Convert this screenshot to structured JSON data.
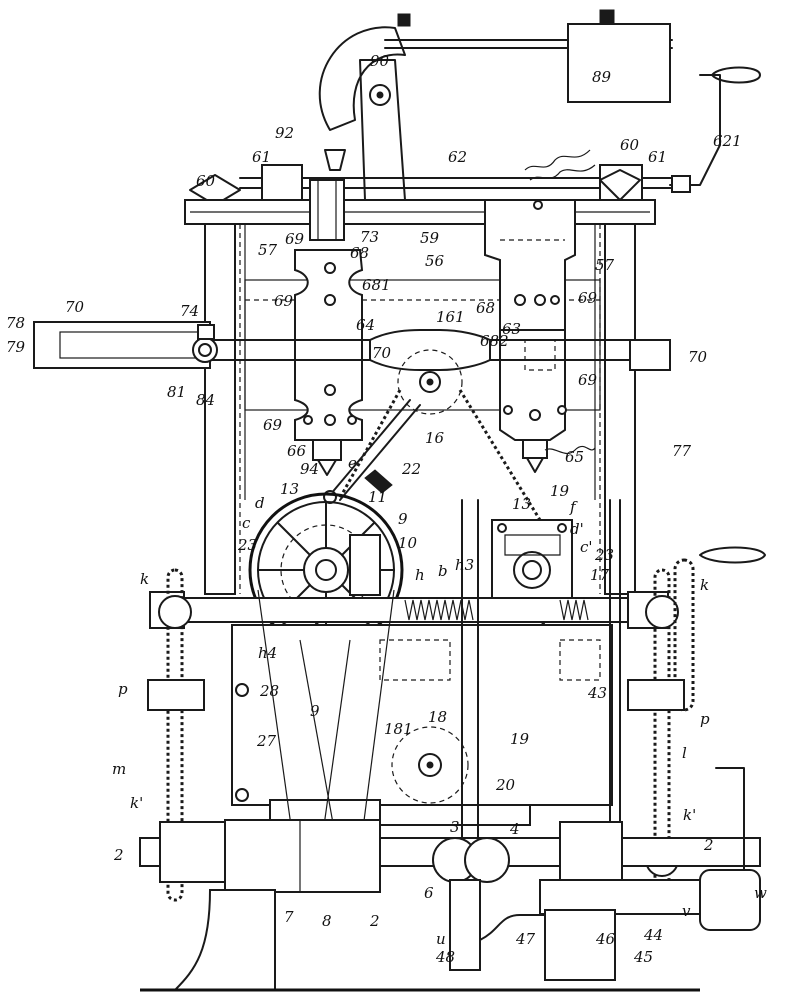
{
  "labels": [
    {
      "id": "89",
      "text": "89"
    },
    {
      "id": "90",
      "text": "90"
    },
    {
      "id": "92",
      "text": "92"
    },
    {
      "id": "621",
      "text": "621"
    },
    {
      "id": "61a",
      "text": "61"
    },
    {
      "id": "62",
      "text": "62"
    },
    {
      "id": "60a",
      "text": "60"
    },
    {
      "id": "61b",
      "text": "61"
    },
    {
      "id": "60b",
      "text": "60"
    },
    {
      "id": "73",
      "text": "73"
    },
    {
      "id": "59",
      "text": "59"
    },
    {
      "id": "57a",
      "text": "57"
    },
    {
      "id": "69a",
      "text": "69"
    },
    {
      "id": "68a",
      "text": "68"
    },
    {
      "id": "56",
      "text": "56"
    },
    {
      "id": "57b",
      "text": "57"
    },
    {
      "id": "681",
      "text": "681"
    },
    {
      "id": "69b",
      "text": "69"
    },
    {
      "id": "68b",
      "text": "68"
    },
    {
      "id": "69c",
      "text": "69"
    },
    {
      "id": "70a",
      "text": "70"
    },
    {
      "id": "74",
      "text": "74"
    },
    {
      "id": "64",
      "text": "64"
    },
    {
      "id": "161",
      "text": "161"
    },
    {
      "id": "63",
      "text": "63"
    },
    {
      "id": "682",
      "text": "682"
    },
    {
      "id": "78",
      "text": "78"
    },
    {
      "id": "79",
      "text": "79"
    },
    {
      "id": "70b",
      "text": "70"
    },
    {
      "id": "70c",
      "text": "70"
    },
    {
      "id": "81",
      "text": "81"
    },
    {
      "id": "84",
      "text": "84"
    },
    {
      "id": "69d",
      "text": "69"
    },
    {
      "id": "69e",
      "text": "69"
    },
    {
      "id": "66",
      "text": "66"
    },
    {
      "id": "16",
      "text": "16"
    },
    {
      "id": "65",
      "text": "65"
    },
    {
      "id": "77",
      "text": "77"
    },
    {
      "id": "94",
      "text": "94"
    },
    {
      "id": "e",
      "text": "e"
    },
    {
      "id": "22",
      "text": "22"
    },
    {
      "id": "13a",
      "text": "13"
    },
    {
      "id": "11",
      "text": "11"
    },
    {
      "id": "d",
      "text": "d"
    },
    {
      "id": "9a",
      "text": "9"
    },
    {
      "id": "c",
      "text": "c"
    },
    {
      "id": "10",
      "text": "10"
    },
    {
      "id": "23a",
      "text": "23"
    },
    {
      "id": "13b",
      "text": "13"
    },
    {
      "id": "19a",
      "text": "19"
    },
    {
      "id": "f",
      "text": "f"
    },
    {
      "id": "d1",
      "text": "d'"
    },
    {
      "id": "c1",
      "text": "c'"
    },
    {
      "id": "23b",
      "text": "23"
    },
    {
      "id": "17",
      "text": "17"
    },
    {
      "id": "h",
      "text": "h"
    },
    {
      "id": "b",
      "text": "b"
    },
    {
      "id": "h3",
      "text": "h3"
    },
    {
      "id": "k",
      "text": "k"
    },
    {
      "id": "kr",
      "text": "k"
    },
    {
      "id": "h4",
      "text": "h4"
    },
    {
      "id": "p",
      "text": "p"
    },
    {
      "id": "28",
      "text": "28"
    },
    {
      "id": "9b",
      "text": "9"
    },
    {
      "id": "27",
      "text": "27"
    },
    {
      "id": "43",
      "text": "43"
    },
    {
      "id": "pr",
      "text": "p"
    },
    {
      "id": "m",
      "text": "m"
    },
    {
      "id": "181",
      "text": "181"
    },
    {
      "id": "18",
      "text": "18"
    },
    {
      "id": "19b",
      "text": "19"
    },
    {
      "id": "l",
      "text": "l"
    },
    {
      "id": "20",
      "text": "20"
    },
    {
      "id": "k1",
      "text": "k'"
    },
    {
      "id": "k1r",
      "text": "k'"
    },
    {
      "id": "3",
      "text": "3"
    },
    {
      "id": "4",
      "text": "4"
    },
    {
      "id": "2a",
      "text": "2"
    },
    {
      "id": "2b",
      "text": "2"
    },
    {
      "id": "2c",
      "text": "2"
    },
    {
      "id": "6",
      "text": "6"
    },
    {
      "id": "7",
      "text": "7"
    },
    {
      "id": "8",
      "text": "8"
    },
    {
      "id": "w",
      "text": "w"
    },
    {
      "id": "v",
      "text": "v"
    },
    {
      "id": "u",
      "text": "u"
    },
    {
      "id": "47",
      "text": "47"
    },
    {
      "id": "44",
      "text": "44"
    },
    {
      "id": "48",
      "text": "48"
    },
    {
      "id": "46",
      "text": "46"
    },
    {
      "id": "45",
      "text": "45"
    }
  ]
}
